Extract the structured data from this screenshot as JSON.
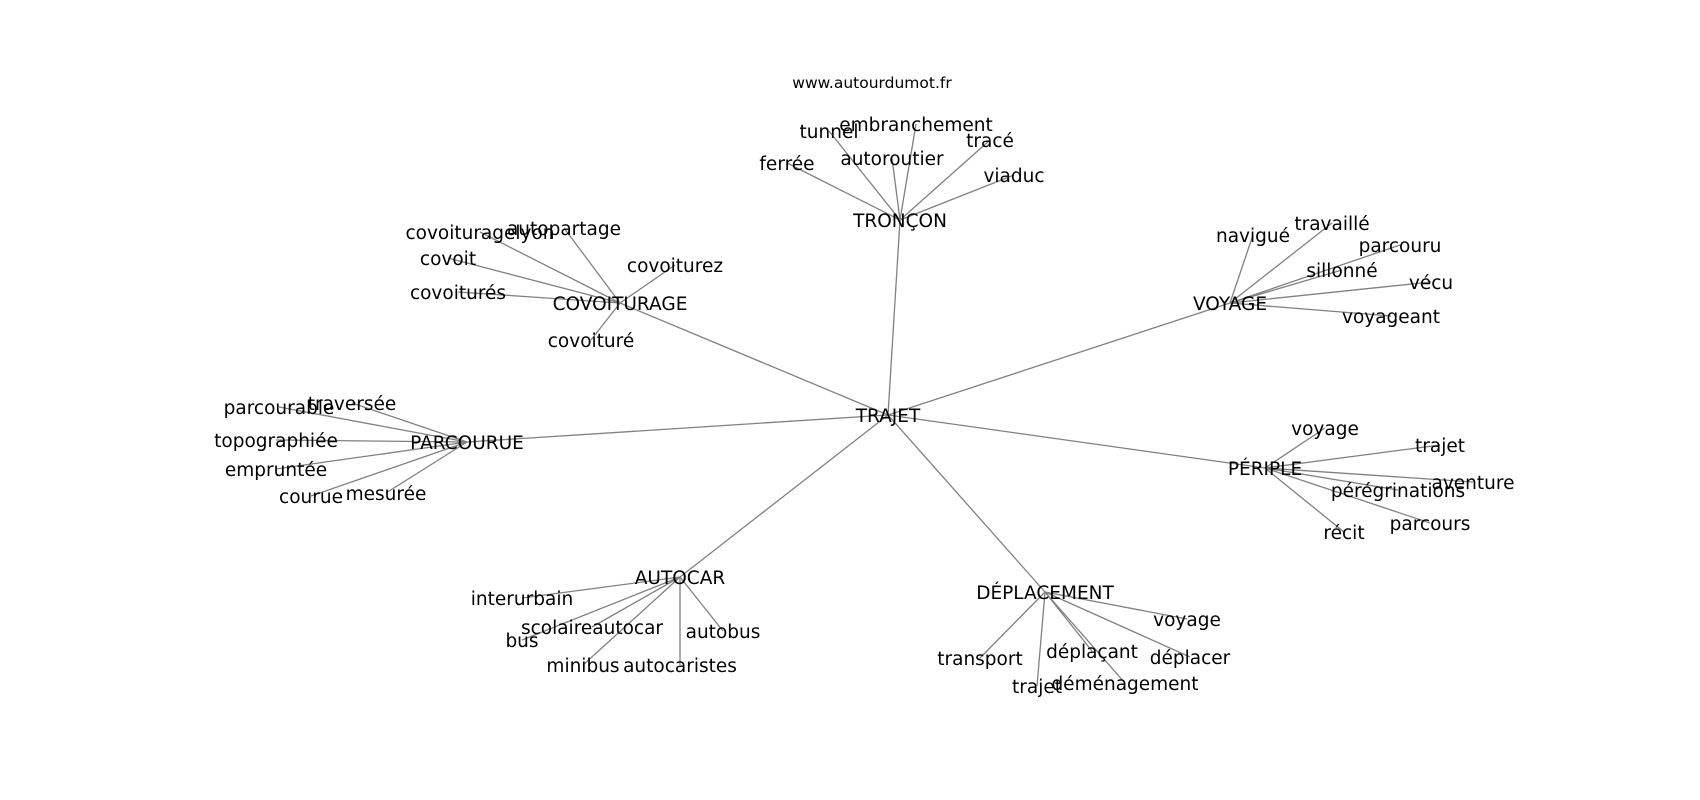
{
  "watermark": "www.autourdumot.fr",
  "colors": {
    "edge": "#808080",
    "text": "#000000",
    "background": "#ffffff"
  },
  "root": "TRAJET",
  "groups": [
    {
      "label": "TRONÇON",
      "words": [
        "tunnel",
        "embranchement",
        "tracé",
        "ferrée",
        "autoroutier",
        "viaduc"
      ]
    },
    {
      "label": "COVOITURAGE",
      "words": [
        "covoituragelyon",
        "autopartage",
        "covoit",
        "covoiturez",
        "covoiturés",
        "covoituré"
      ]
    },
    {
      "label": "VOYAGE",
      "words": [
        "navigué",
        "travaillé",
        "parcouru",
        "sillonné",
        "vécu",
        "voyageant"
      ]
    },
    {
      "label": "PARCOURUE",
      "words": [
        "parcourable",
        "traversée",
        "topographiée",
        "empruntée",
        "courue",
        "mesurée"
      ]
    },
    {
      "label": "PÉRIPLE",
      "words": [
        "voyage",
        "trajet",
        "aventure",
        "pérégrinations",
        "parcours",
        "récit"
      ]
    },
    {
      "label": "AUTOCAR",
      "words": [
        "interurbain",
        "scolaireautocar",
        "bus",
        "autobus",
        "minibus",
        "autocaristes"
      ]
    },
    {
      "label": "DÉPLACEMENT",
      "words": [
        "voyage",
        "transport",
        "déplaçant",
        "déplacer",
        "trajet",
        "déménagement"
      ]
    }
  ]
}
